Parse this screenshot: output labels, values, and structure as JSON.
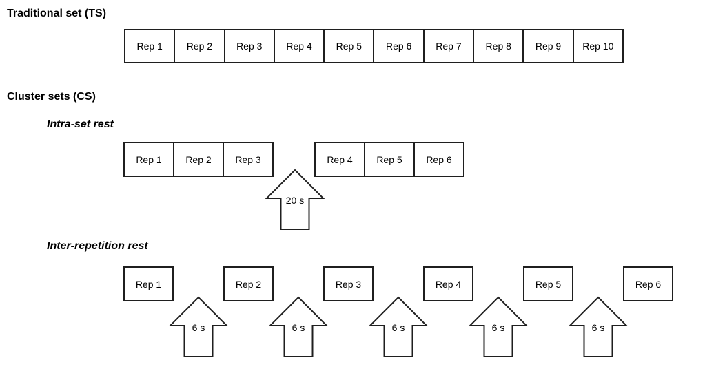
{
  "colors": {
    "line": "#1f1f1f",
    "text": "#000000",
    "background": "#ffffff"
  },
  "icons": {
    "rest_arrow": "up-block-arrow"
  },
  "sections": {
    "traditional": {
      "title": "Traditional set (TS)",
      "reps": [
        "Rep 1",
        "Rep 2",
        "Rep 3",
        "Rep 4",
        "Rep 5",
        "Rep 6",
        "Rep 7",
        "Rep 8",
        "Rep 9",
        "Rep 10"
      ]
    },
    "cluster": {
      "title": "Cluster sets (CS)",
      "intra": {
        "title": "Intra-set rest",
        "group1": [
          "Rep 1",
          "Rep 2",
          "Rep 3"
        ],
        "group2": [
          "Rep 4",
          "Rep 5",
          "Rep 6"
        ],
        "rest_label": "20 s"
      },
      "inter": {
        "title": "Inter-repetition rest",
        "reps": [
          "Rep 1",
          "Rep 2",
          "Rep 3",
          "Rep 4",
          "Rep 5",
          "Rep 6"
        ],
        "rest_labels": [
          "6 s",
          "6 s",
          "6 s",
          "6 s",
          "6 s"
        ]
      }
    }
  }
}
